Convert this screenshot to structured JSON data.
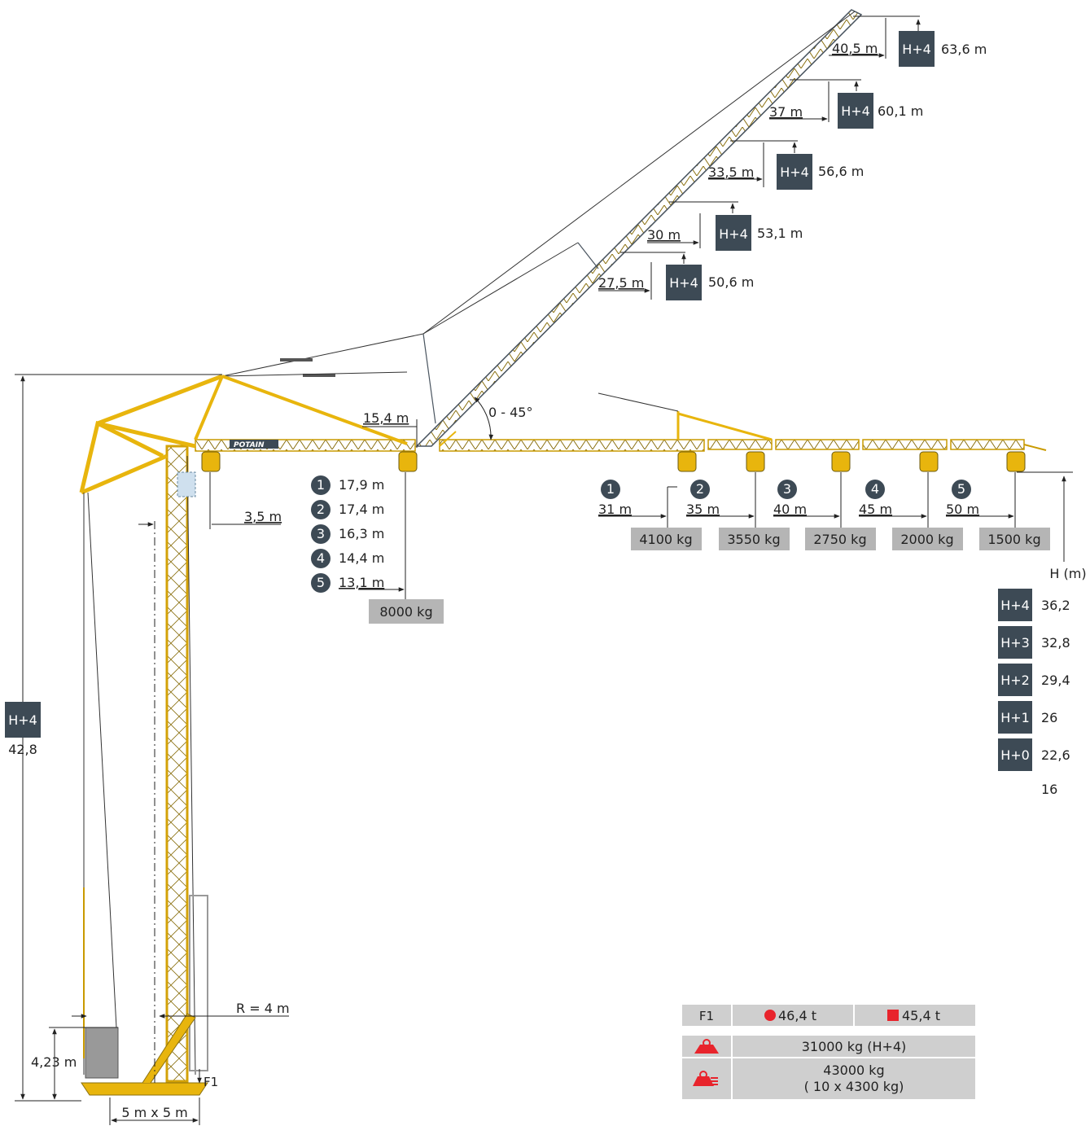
{
  "brand": "POTAIN",
  "luffing": {
    "angle_label": "0 - 45°",
    "positions": [
      {
        "radius": "40,5 m",
        "height_box": "H+4",
        "height": "63,6 m"
      },
      {
        "radius": "37 m",
        "height_box": "H+4",
        "height": "60,1  m"
      },
      {
        "radius": "33,5 m",
        "height_box": "H+4",
        "height": "56,6 m"
      },
      {
        "radius": "30 m",
        "height_box": "H+4",
        "height": "53,1 m"
      },
      {
        "radius": "27,5 m",
        "height_box": "H+4",
        "height": "50,6 m"
      }
    ],
    "min_radius": "15,4 m"
  },
  "tower": {
    "height_box": "H+4",
    "height": "42,8",
    "offset": "3,5 m",
    "slew_radius": "R = 4 m",
    "base_height": "4,23 m",
    "base_size": "5 m x 5 m",
    "force_label": "F1"
  },
  "inner_capacity": {
    "load": "8000 kg",
    "rows": [
      {
        "num": "1",
        "radius": "17,9 m"
      },
      {
        "num": "2",
        "radius": "17,4 m"
      },
      {
        "num": "3",
        "radius": "16,3 m"
      },
      {
        "num": "4",
        "radius": "14,4 m"
      },
      {
        "num": "5",
        "radius": "13,1 m"
      }
    ]
  },
  "jib_configs": [
    {
      "num": "1",
      "radius": "31 m",
      "load": "4100 kg"
    },
    {
      "num": "2",
      "radius": "35 m",
      "load": "3550 kg"
    },
    {
      "num": "3",
      "radius": "40 m",
      "load": "2750 kg"
    },
    {
      "num": "4",
      "radius": "45 m",
      "load": "2000 kg"
    },
    {
      "num": "5",
      "radius": "50 m",
      "load": "1500 kg"
    }
  ],
  "heights": {
    "axis_label": "H (m)",
    "rows": [
      {
        "label": "H+4",
        "value": "36,2"
      },
      {
        "label": "H+3",
        "value": "32,8"
      },
      {
        "label": "H+2",
        "value": "29,4"
      },
      {
        "label": "H+1",
        "value": "26"
      },
      {
        "label": "H+0",
        "value": "22,6"
      }
    ],
    "base_value": "16"
  },
  "table": {
    "f1_label": "F1",
    "circle_value": "46,4 t",
    "square_value": "45,4 t",
    "weight_value": "31000 kg (H+4)",
    "ballast_value": "43000 kg",
    "ballast_detail": "( 10 x 4300 kg)"
  },
  "colors": {
    "crane": "#e8b50d",
    "box": "#3d4a55",
    "grey": "#b5b5b5",
    "red": "#e8242c"
  },
  "icons": [
    "weight-icon",
    "ballast-icon",
    "circle-marker-icon",
    "square-marker-icon"
  ]
}
